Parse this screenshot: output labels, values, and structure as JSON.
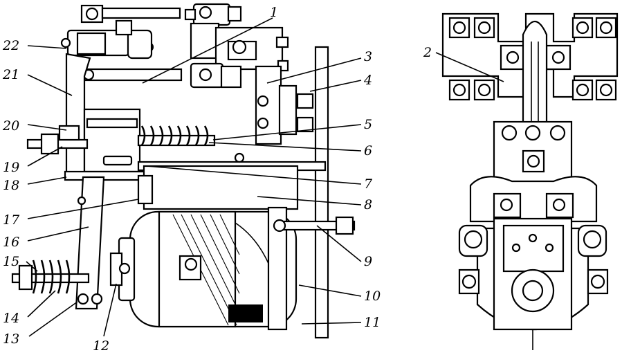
{
  "figure": {
    "callouts": [
      {
        "id": "1",
        "text": "1"
      },
      {
        "id": "2",
        "text": "2"
      },
      {
        "id": "3",
        "text": "3"
      },
      {
        "id": "4",
        "text": "4"
      },
      {
        "id": "5",
        "text": "5"
      },
      {
        "id": "6",
        "text": "6"
      },
      {
        "id": "7",
        "text": "7"
      },
      {
        "id": "8",
        "text": "8"
      },
      {
        "id": "9",
        "text": "9"
      },
      {
        "id": "10",
        "text": "10"
      },
      {
        "id": "11",
        "text": "11"
      },
      {
        "id": "12",
        "text": "12"
      },
      {
        "id": "13",
        "text": "13"
      },
      {
        "id": "14",
        "text": "14"
      },
      {
        "id": "15",
        "text": "15"
      },
      {
        "id": "16",
        "text": "16"
      },
      {
        "id": "17",
        "text": "17"
      },
      {
        "id": "18",
        "text": "18"
      },
      {
        "id": "19",
        "text": "19"
      },
      {
        "id": "20",
        "text": "20"
      },
      {
        "id": "21",
        "text": "21"
      },
      {
        "id": "22",
        "text": "22"
      }
    ]
  }
}
